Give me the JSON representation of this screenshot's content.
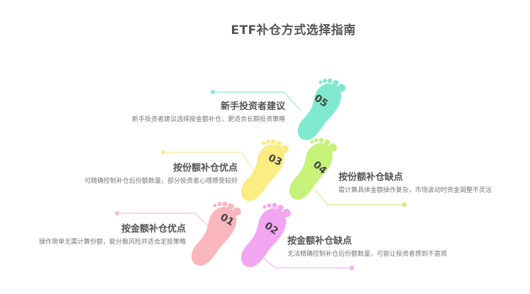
{
  "title": "ETF补仓方式选择指南",
  "steps": [
    {
      "number": "01",
      "heading": "按金额补仓优点",
      "description": "操作简单无需计算份额，能分散风险并适合定投策略",
      "color": "#f9b7bd",
      "line_color": "#f7c4c8"
    },
    {
      "number": "02",
      "heading": "按金额补仓缺点",
      "description": "无法精确控制补仓后份额数量，可能让投资者感到不直观",
      "color": "#f2a6f2",
      "line_color": "#f0b6f0"
    },
    {
      "number": "03",
      "heading": "按份额补仓优点",
      "description": "可精确控制补仓后份额数量，部分投资者心理感受较好",
      "color": "#fbec83",
      "line_color": "#f8ec9a"
    },
    {
      "number": "04",
      "heading": "按份额补仓缺点",
      "description": "需计算具体金额操作复杂，市场波动时资金调整不灵活",
      "color": "#c6f27a",
      "line_color": "#c9ef8e"
    },
    {
      "number": "05",
      "heading": "新手投资者建议",
      "description": "新手投资者建议选择按金额补仓，更适合长期投资策略",
      "color": "#7fe9cf",
      "line_color": "#95e8d4"
    }
  ]
}
